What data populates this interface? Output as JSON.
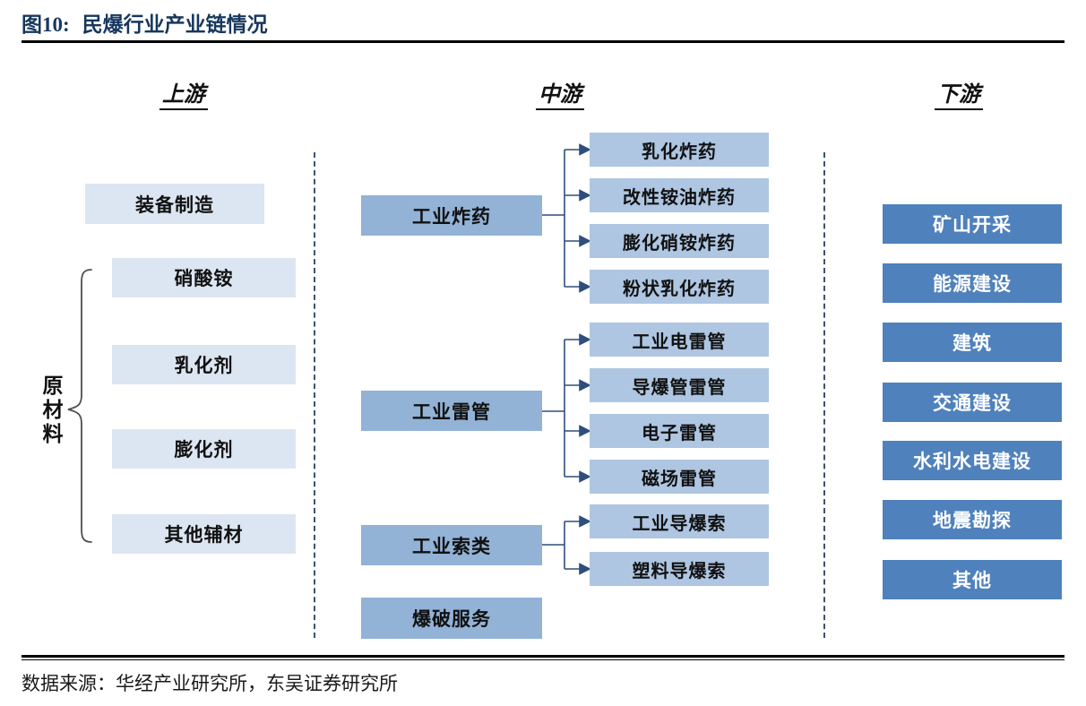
{
  "figure": {
    "title_prefix": "图10:",
    "title": "民爆行业产业链情况",
    "source": "数据来源：华经产业研究所，东吴证券研究所"
  },
  "columns": {
    "upstream": {
      "header": "上游",
      "equipment": "装备制造",
      "raw_materials_label": "原材料",
      "raw_materials": [
        "硝酸铵",
        "乳化剂",
        "膨化剂",
        "其他辅材"
      ]
    },
    "midstream": {
      "header": "中游",
      "groups": [
        {
          "parent": "工业炸药",
          "children": [
            "乳化炸药",
            "改性铵油炸药",
            "膨化硝铵炸药",
            "粉状乳化炸药"
          ]
        },
        {
          "parent": "工业雷管",
          "children": [
            "工业电雷管",
            "导爆管雷管",
            "电子雷管",
            "磁场雷管"
          ]
        },
        {
          "parent": "工业索类",
          "children": [
            "工业导爆索",
            "塑料导爆索"
          ]
        },
        {
          "parent": "爆破服务",
          "children": []
        }
      ]
    },
    "downstream": {
      "header": "下游",
      "items": [
        "矿山开采",
        "能源建设",
        "建筑",
        "交通建设",
        "水利水电建设",
        "地震勘探",
        "其他"
      ]
    }
  },
  "colors": {
    "title": "#17375e",
    "upstream_box": "#dce6f2",
    "midstream_parent_box": "#92b2d6",
    "midstream_child_box": "#aec6e2",
    "downstream_box": "#4f81bd",
    "connector": "#2f4e7d",
    "divider_dashed": "#3b5275",
    "rule": "#000000"
  }
}
